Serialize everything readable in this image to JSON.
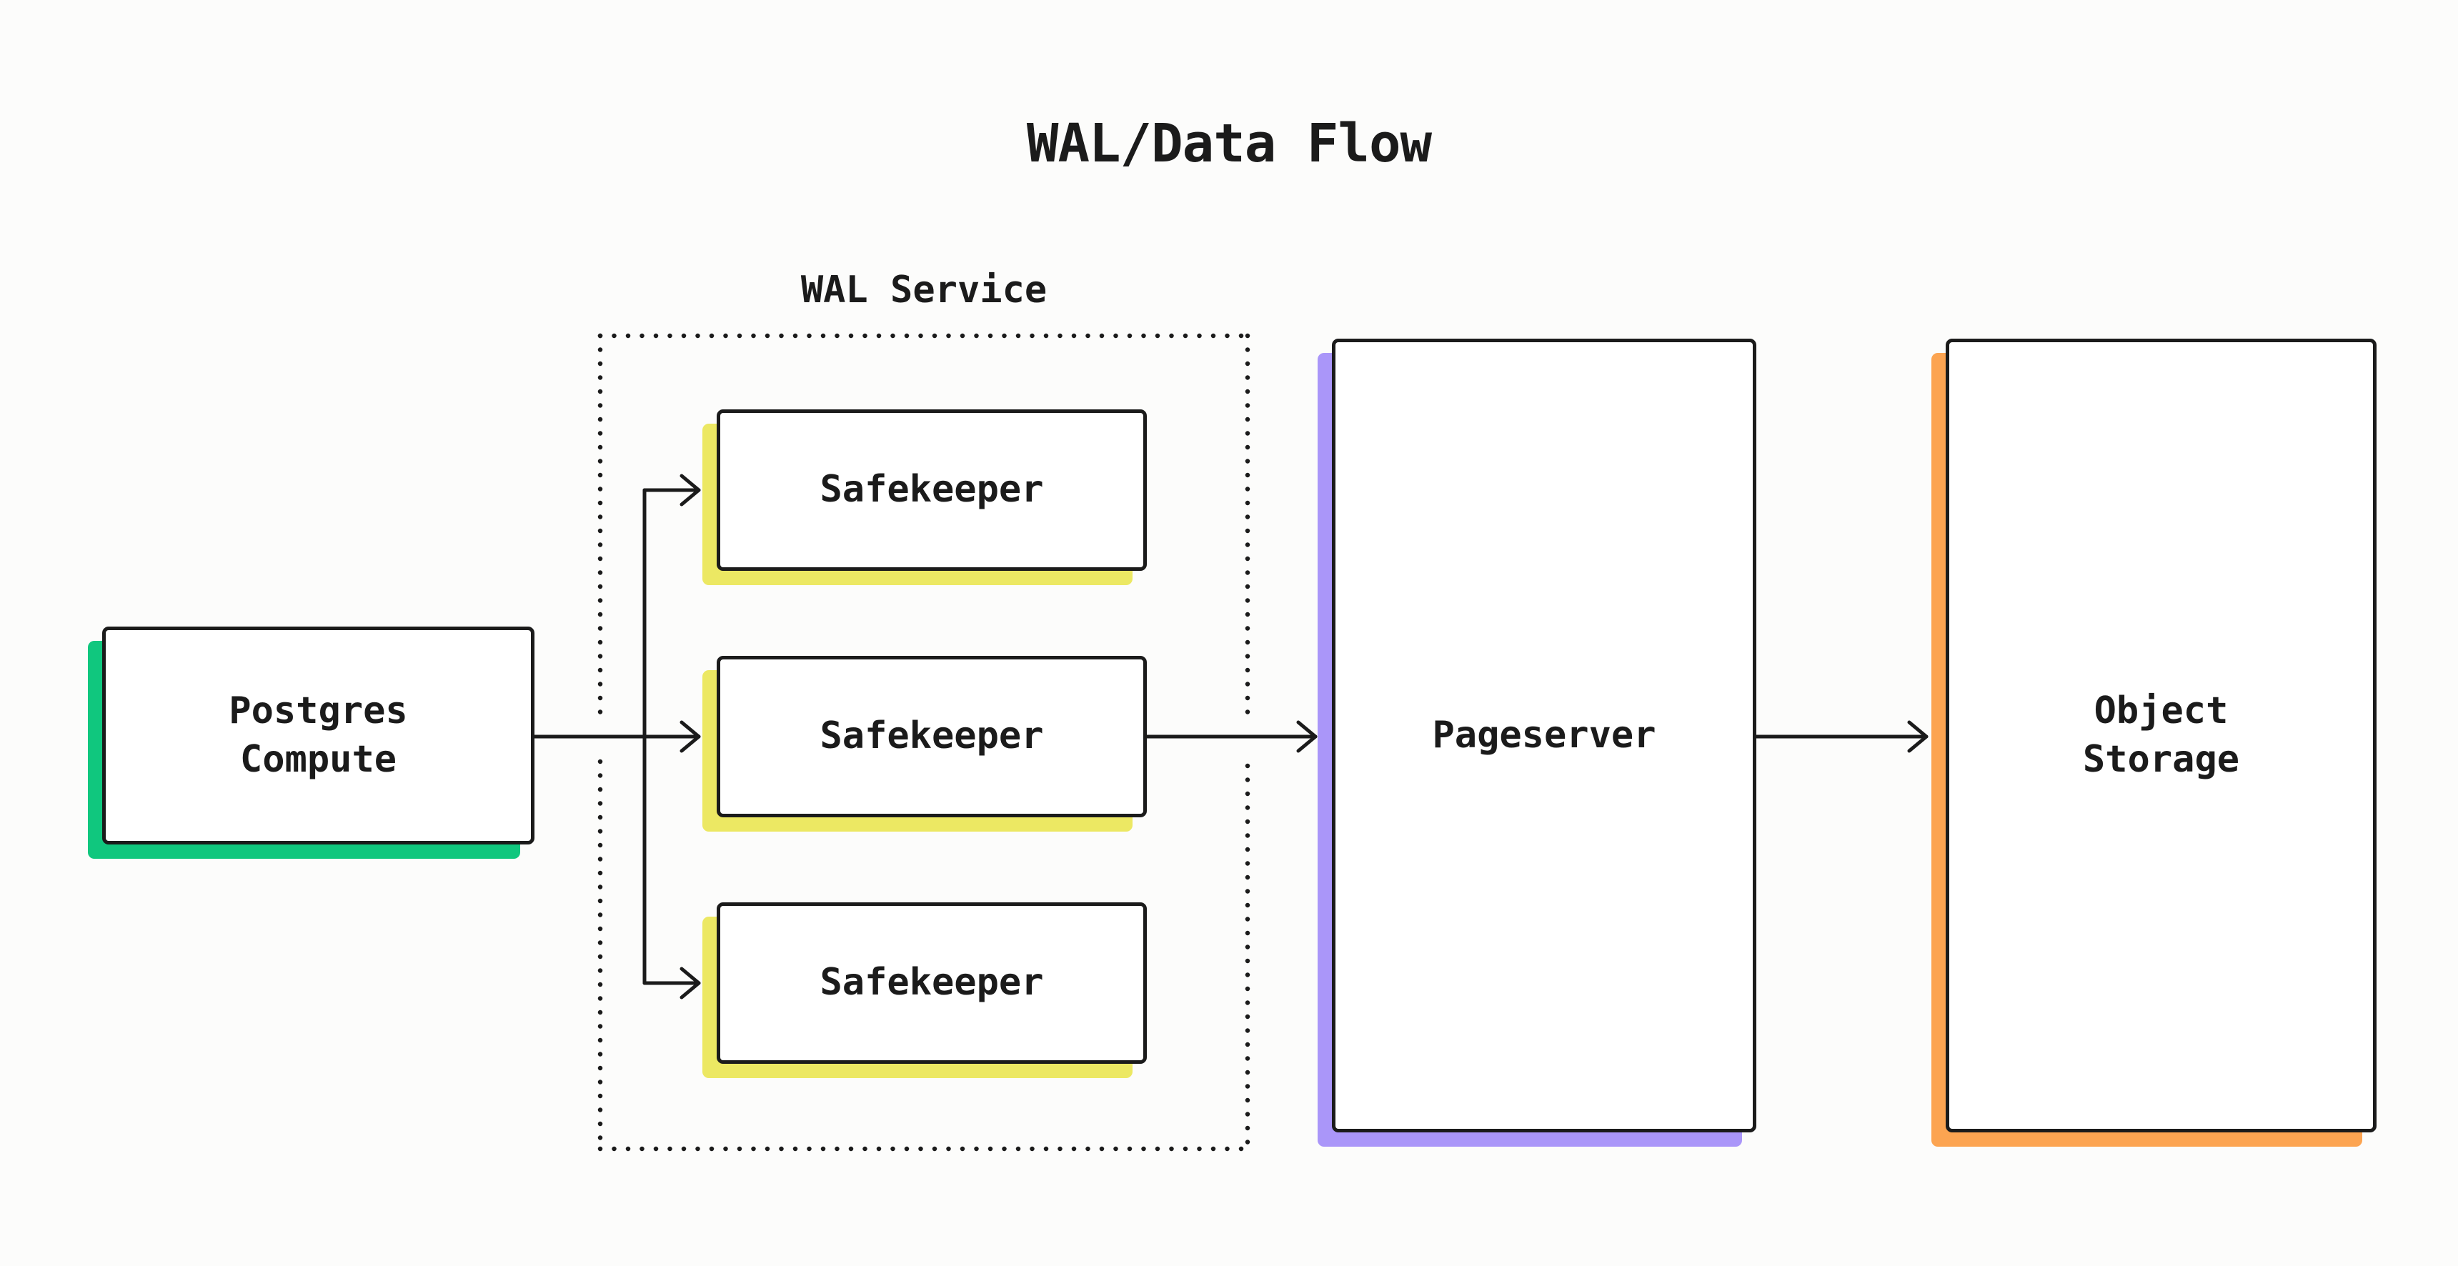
{
  "title": "WAL/Data Flow",
  "colors": {
    "ink": "#1b1b1b",
    "canvas-bg": "#fcfcfb",
    "node-bg": "#ffffff",
    "postgres-shadow": "#10c77e",
    "safekeeper-shadow": "#ece863",
    "pageserver-shadow": "#aa96f9",
    "object-storage-shadow": "#fca451"
  },
  "nodes": {
    "postgres": {
      "label": "Postgres\nCompute"
    },
    "wal_service": {
      "label": "WAL Service",
      "safekeepers": [
        {
          "label": "Safekeeper"
        },
        {
          "label": "Safekeeper"
        },
        {
          "label": "Safekeeper"
        }
      ]
    },
    "pageserver": {
      "label": "Pageserver"
    },
    "object_storage": {
      "label": "Object\nStorage"
    }
  }
}
